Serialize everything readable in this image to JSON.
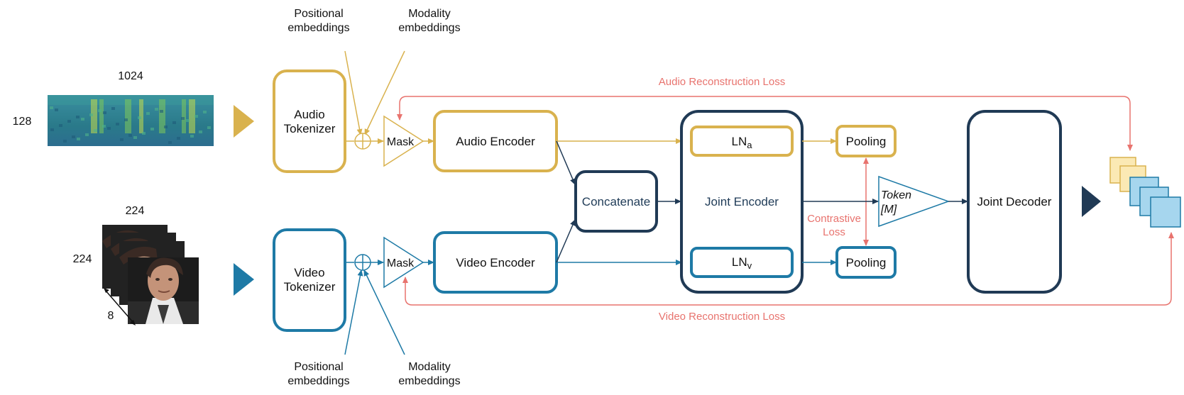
{
  "colors": {
    "gold": "#d9b24e",
    "teal": "#1e7aa6",
    "navy": "#203a55",
    "red": "#e8736e",
    "spectrogram": "#2d7f8e"
  },
  "inputs": {
    "audio_width": "1024",
    "audio_height": "128",
    "video_width": "224",
    "video_height": "224",
    "video_frames": "8"
  },
  "labels": {
    "pos_emb_top_1": "Positional",
    "pos_emb_top_2": "embeddings",
    "mod_emb_top_1": "Modality",
    "mod_emb_top_2": "embeddings",
    "pos_emb_bottom_1": "Positional",
    "pos_emb_bottom_2": "embeddings",
    "mod_emb_bottom_1": "Modality",
    "mod_emb_bottom_2": "embeddings",
    "audio_tokenizer_1": "Audio",
    "audio_tokenizer_2": "Tokenizer",
    "video_tokenizer_1": "Video",
    "video_tokenizer_2": "Tokenizer",
    "mask_audio": "Mask",
    "mask_video": "Mask",
    "audio_encoder": "Audio Encoder",
    "video_encoder": "Video Encoder",
    "concatenate": "Concatenate",
    "joint_encoder": "Joint Encoder",
    "ln_a": "LN",
    "ln_a_sub": "a",
    "ln_v": "LN",
    "ln_v_sub": "v",
    "pooling_audio": "Pooling",
    "pooling_video": "Pooling",
    "token_1": "Token",
    "token_2": "[M]",
    "joint_decoder": "Joint Decoder",
    "audio_recon_loss": "Audio Reconstruction Loss",
    "video_recon_loss": "Video Reconstruction Loss",
    "contrastive_1": "Contrastive",
    "contrastive_2": "Loss"
  }
}
